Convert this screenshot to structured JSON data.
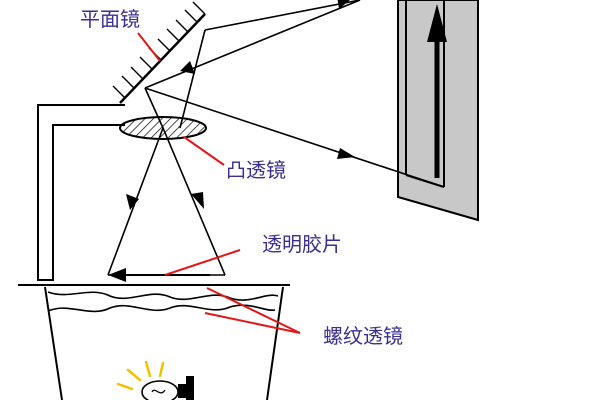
{
  "labels": {
    "plane_mirror": "平面镜",
    "convex_lens": "凸透镜",
    "transparency": "透明胶片",
    "fresnel_lens": "螺纹透镜"
  },
  "colors": {
    "label_text": "#3a2f8f",
    "pointer": "#e01818",
    "line": "#000000",
    "screen_fill": "#c8c8c8",
    "lamp_rays": "#f2c200"
  },
  "icons": {
    "lamp": "light-bulb-icon"
  }
}
